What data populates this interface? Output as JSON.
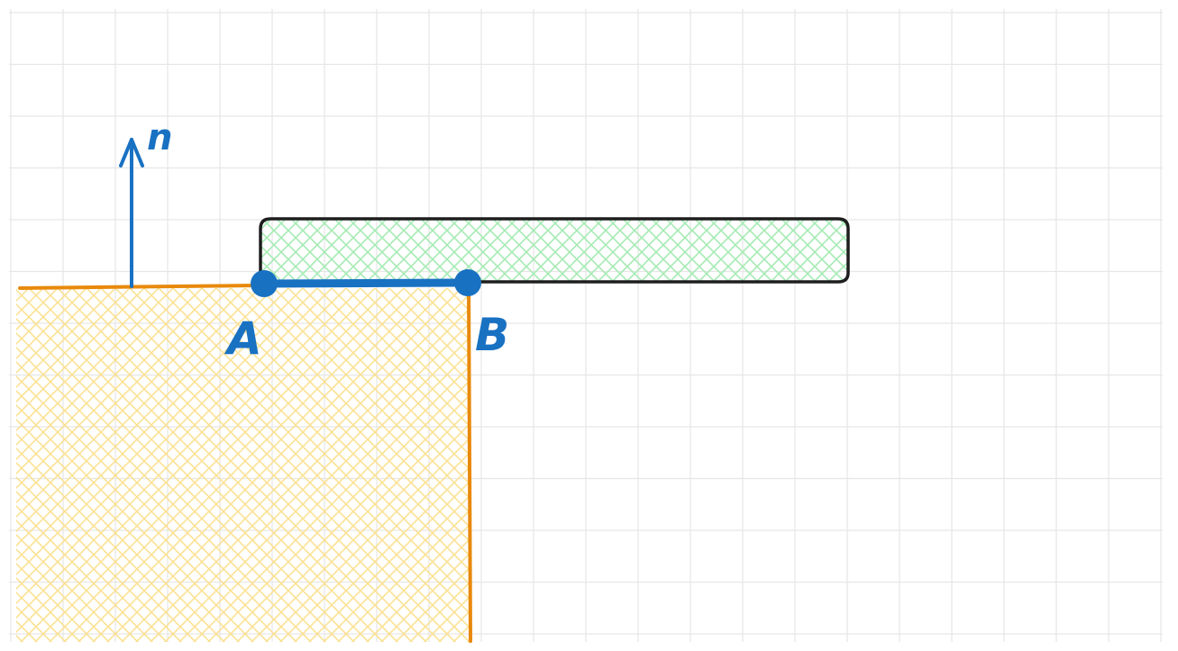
{
  "diagram": {
    "labels": {
      "normal": "n",
      "point_a": "A",
      "point_b": "B"
    },
    "colors": {
      "background": "#ffffff",
      "grid": "#e6e6e6",
      "solid_fill": "#ffe28a",
      "solid_edge": "#e8890c",
      "contact_body_fill": "#b2f2bb",
      "contact_body_stroke": "#1e1e1e",
      "contact_segment": "#1971c2",
      "label_color": "#1971c2"
    }
  }
}
